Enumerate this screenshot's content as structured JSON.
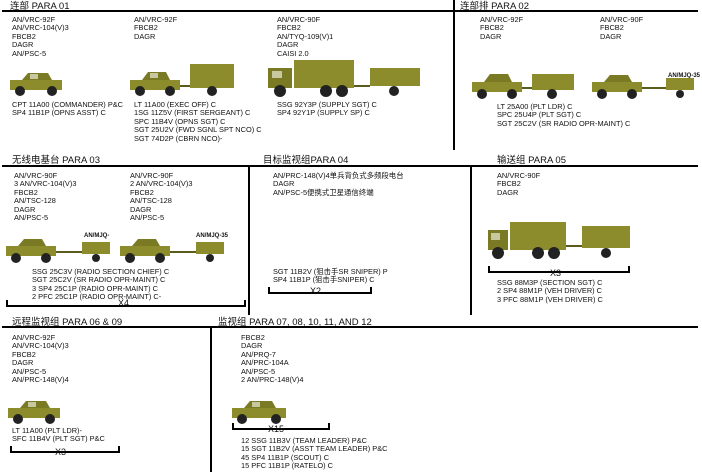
{
  "colors": {
    "vehicle": "#8c8c2c",
    "vehicle_dark": "#5b5b1e",
    "wheel": "#222222",
    "line": "#000000"
  },
  "sections": {
    "hq_platoon": {
      "header": "连部  PARA 01",
      "equipment1": [
        "AN/VRC-92F",
        "AN/VRC-104(V)3",
        "FBCB2",
        "DAGR",
        "AN/PSC-5"
      ],
      "equipment2": [
        "AN/VRC-92F",
        "FBCB2",
        "DAGR"
      ],
      "equipment3": [
        "AN/VRC-90F",
        "FBCB2",
        "AN/TYQ-109(V)1",
        "DAGR",
        "CAISI 2.0"
      ],
      "personnel1": [
        "CPT 11A00 (COMMANDER) P&C",
        "SP4 11B1P (OPNS ASST) C"
      ],
      "personnel2": [
        "LT 11A00 (EXEC OFF) C",
        "1SG 11Z5V (FIRST SERGEANT) C",
        "SPC 11B4V (OPNS SGT) C",
        "SGT 25U2V (FWD SGNL SPT NCO) C",
        "SGT 74D2P (CBRN NCO)-"
      ],
      "personnel3": [
        "SSG 92Y3P (SUPPLY SGT) C",
        "SP4 92Y1P (SUPPLY SP) C"
      ]
    },
    "company_hq": {
      "header": "连部排  PARA 02",
      "equipment1": [
        "AN/VRC-92F",
        "FBCB2",
        "DAGR"
      ],
      "equipment2": [
        "AN/VRC-90F",
        "FBCB2",
        "DAGR"
      ],
      "trailer_label": "AN/MJQ-35",
      "personnel": [
        "LT 25A00 (PLT LDR) C",
        "SPC 25U4P (PLT SGT) C",
        "SGT 25C2V (SR RADIO OPR-MAINT) C"
      ]
    },
    "radio": {
      "header": "无线电基台  PARA 03",
      "equipment1": [
        "AN/VRC-90F",
        "3 AN/VRC-104(V)3",
        "FBCB2",
        "AN/TSC-128",
        "DAGR",
        "AN/PSC-5"
      ],
      "equipment2": [
        "AN/VRC-90F",
        "2 AN/VRC-104(V)3",
        "FBCB2",
        "AN/TSC-128",
        "DAGR",
        "AN/PSC-5"
      ],
      "trailer_label1": "AN/MJQ-",
      "trailer_label2": "AN/MJQ-35",
      "personnel": [
        "SSG 25C3V (RADIO SECTION CHIEF) C",
        "SGT 25C2V (SR RADIO OPR-MAINT) C",
        "3 SP4 25C1P (RADIO OPR-MAINT) C",
        "2 PFC 25C1P (RADIO OPR-MAINT) C-"
      ],
      "multiplier": "X4"
    },
    "target": {
      "header": "目标监视组PARA 04",
      "equipment": [
        "AN/PRC-148(V)4单兵背负式多频段电台",
        "DAGR",
        "AN/PSC-5便携式卫星通信终端"
      ],
      "personnel": [
        "SGT 11B2V (狙击手SR SNIPER) P",
        "SP4 11B1P (狙击手SNIPER) C"
      ],
      "multiplier": "X2"
    },
    "transport": {
      "header": "输送组  PARA 05",
      "equipment": [
        "AN/VRC-90F",
        "FBCB2",
        "DAGR"
      ],
      "personnel": [
        "SSG 88M3P (SECTION SGT) C",
        "2 SP4 88M1P (VEH DRIVER) C",
        "3 PFC 88M1P (VEH DRIVER) C"
      ],
      "multiplier": "X3"
    },
    "longrange": {
      "header": "远程监视组 PARA 06 & 09",
      "equipment": [
        "AN/VRC-92F",
        "AN/VRC-104(V)3",
        "FBCB2",
        "DAGR",
        "AN/PSC-5",
        "AN/PRC-148(V)4"
      ],
      "personnel": [
        "LT 11A00 (PLT LDR)-",
        "SFC 11B4V (PLT SGT) P&C"
      ],
      "multiplier": "X3"
    },
    "surveillance": {
      "header": "监视组  PARA 07, 08, 10, 11, AND 12",
      "equipment": [
        "FBCB2",
        "DAGR",
        "AN/PRQ-7",
        "AN/PRC-104A",
        "AN/PSC-5",
        "2 AN/PRC-148(V)4"
      ],
      "personnel": [
        "12 SSG 11B3V (TEAM LEADER) P&C",
        "15 SGT 11B2V (ASST TEAM LEADER) P&C",
        "45 SP4 11B1P (SCOUT) C",
        "15 PFC 11B1P (RATELO) C"
      ],
      "multiplier": "X15"
    }
  }
}
